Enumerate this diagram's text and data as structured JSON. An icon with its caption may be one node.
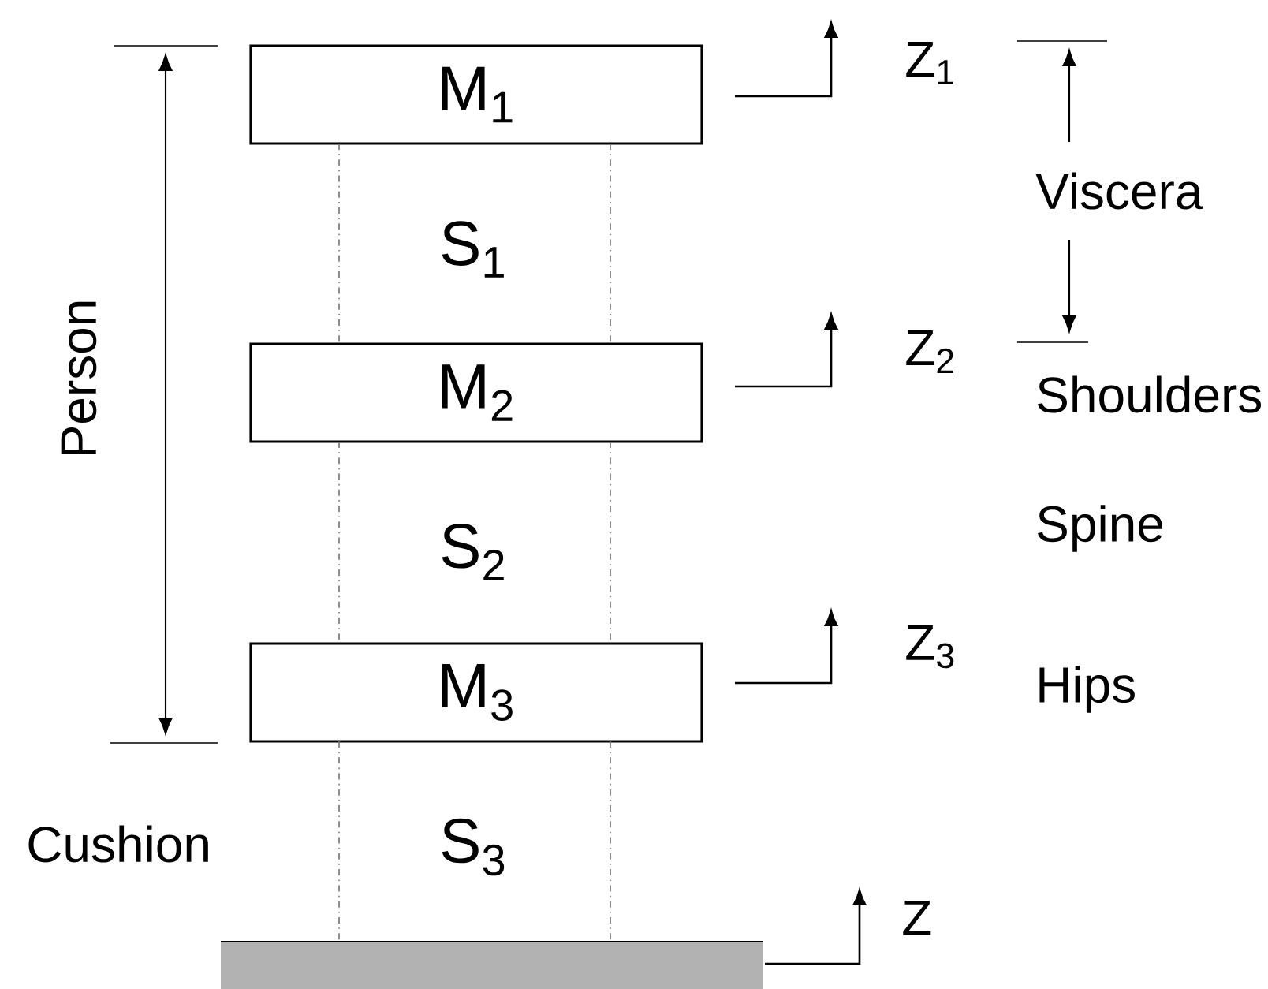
{
  "diagram": {
    "nodes": [
      {
        "text": [
          "M$_{1}$"
        ]
      },
      {
        "text": [
          "M$_{2}$"
        ]
      },
      {
        "text": [
          "M$_{3}$"
        ]
      },
      {
        "text": [],
        "shape": "bar"
      }
    ],
    "edges": [
      {
        "from": 0,
        "to": 1,
        "arrow": "none"
      },
      {
        "from": 0,
        "to": 1,
        "arrow": "none"
      },
      {
        "from": 1,
        "to": 2,
        "arrow": "none"
      },
      {
        "from": 1,
        "to": 2,
        "arrow": "none"
      },
      {
        "from": 2,
        "to": 3,
        "arrow": "none"
      },
      {
        "from": 2,
        "to": 3,
        "arrow": "none"
      }
    ],
    "labels": [
      "Z$_{1}$",
      "Viscera",
      "S$_{1}$",
      "Person",
      "Z$_{2}$",
      "Shoulders",
      "S$_{2}$",
      "Spine",
      "Z$_{3}$",
      "Hips",
      "Cushion",
      "S$_{3}$",
      "Z"
    ]
  }
}
